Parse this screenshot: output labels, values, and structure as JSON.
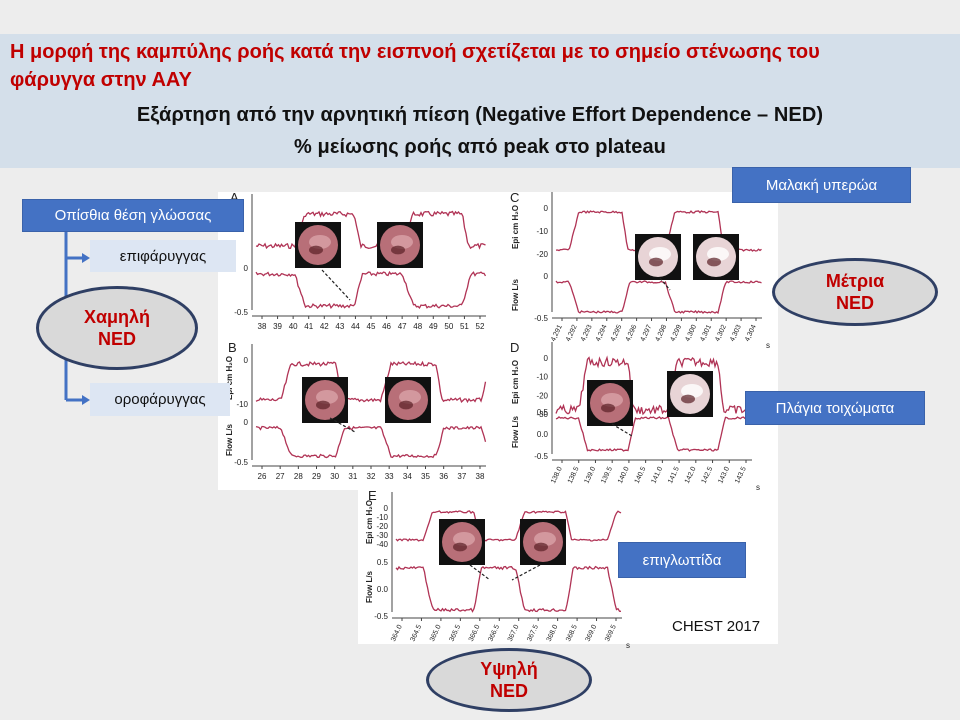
{
  "title": "Η μορφή της καμπύλης ροής κατά την εισπνοή σχετίζεται με το σημείο στένωσης του φάρυγγα στην ΑΑΥ",
  "title_line1": "Η μορφή της καμπύλης ροής κατά την εισπνοή σχετίζεται με το σημείο στένωσης του",
  "title_line2": "φάρυγγα στην ΑΑΥ",
  "subtitle1": "Εξάρτηση από την αρνητική πίεση (Negative Effort Dependence – NED)",
  "subtitle2": "% μείωσης ροής από peak στο plateau",
  "left_diagram": {
    "root_label": "Οπίσθια θέση γλώσσας",
    "item1": "επιφάρυγγας",
    "item2": "οροφάρυγγας",
    "low_ned_line1": "Χαμηλή",
    "low_ned_line2": "NED"
  },
  "right_labels": {
    "soft_palate": "Μαλακή υπερώα",
    "moderate_line1": "Μέτρια",
    "moderate_line2": "NED",
    "lateral_walls": "Πλάγια τοιχώματα",
    "epiglottis": "επιγλωττίδα"
  },
  "bottom": {
    "high_ned_line1": "Υψηλή",
    "high_ned_line2": "NED"
  },
  "citation": "CHEST 2017",
  "panels": {
    "A": {
      "letter": "A",
      "ticks": [
        "38",
        "39",
        "40",
        "41",
        "42",
        "43",
        "44",
        "45",
        "46",
        "47",
        "48",
        "49",
        "50",
        "51",
        "52"
      ],
      "flow_ticks": [
        "0",
        "-0.5"
      ]
    },
    "B": {
      "letter": "B",
      "epi_label": "Epi cm H₂O",
      "flow_label": "Flow L/s",
      "epi_ticks": [
        "0",
        "-10"
      ],
      "flow_ticks": [
        "0",
        "-0.5"
      ],
      "ticks": [
        "26",
        "27",
        "28",
        "29",
        "30",
        "31",
        "32",
        "33",
        "34",
        "35",
        "36",
        "37",
        "38"
      ]
    },
    "C": {
      "letter": "C",
      "epi_label": "Epi cm H₂O",
      "flow_label": "Flow L/s",
      "epi_ticks": [
        "0",
        "-10",
        "-20"
      ],
      "flow_ticks": [
        "0",
        "-0.5"
      ],
      "ticks": [
        "4,291",
        "4,292",
        "4,293",
        "4,294",
        "4,295",
        "4,296",
        "4,297",
        "4,298",
        "4,299",
        "4,300",
        "4,301",
        "4,302",
        "4,303",
        "4,304"
      ],
      "unit": "s"
    },
    "D": {
      "letter": "D",
      "epi_label": "Epi cm H₂O",
      "flow_label": "Flow L/s",
      "epi_ticks": [
        "0",
        "-10",
        "-20",
        "-30"
      ],
      "flow_ticks": [
        "0.5",
        "0.0",
        "-0.5"
      ],
      "ticks": [
        "138.0",
        "138.5",
        "139.0",
        "139.5",
        "140.0",
        "140.5",
        "141.0",
        "141.5",
        "142.0",
        "142.5",
        "143.0",
        "143.5"
      ],
      "unit": "s"
    },
    "E": {
      "letter": "E",
      "epi_label": "Epi cm H₂O",
      "flow_label": "Flow L/s",
      "epi_ticks": [
        "0",
        "-10",
        "-20",
        "-30",
        "-40"
      ],
      "flow_ticks": [
        "0.5",
        "0.0",
        "-0.5"
      ],
      "ticks": [
        "364.0",
        "364.5",
        "365.0",
        "365.5",
        "366.0",
        "366.5",
        "367.0",
        "367.5",
        "368.0",
        "368.5",
        "369.0",
        "369.5"
      ],
      "unit": "s"
    }
  },
  "colors": {
    "title_red": "#c00000",
    "header_bg": "#d4dfea",
    "box_blue": "#4472c4",
    "box_light": "#dde6f3",
    "ellipse_border": "#2f3f64",
    "trace": "#b03355"
  }
}
